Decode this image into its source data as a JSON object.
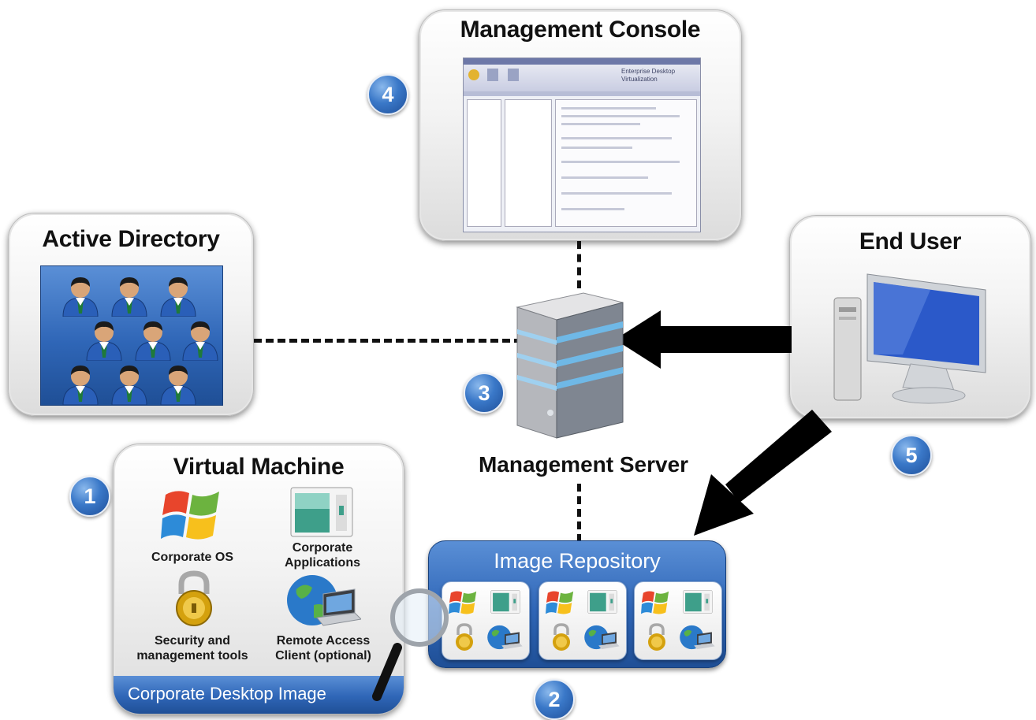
{
  "management_console": {
    "title": "Management Console",
    "screenshot_text": "Enterprise Desktop Virtualization"
  },
  "active_directory": {
    "title": "Active Directory"
  },
  "end_user": {
    "title": "End User"
  },
  "management_server": {
    "label": "Management Server"
  },
  "virtual_machine": {
    "title": "Virtual Machine",
    "items": {
      "os": "Corporate OS",
      "apps_line1": "Corporate",
      "apps_line2": "Applications",
      "security_line1": "Security and",
      "security_line2": "management tools",
      "remote_line1": "Remote Access",
      "remote_line2": "Client (optional)"
    },
    "footer": "Corporate Desktop Image"
  },
  "image_repository": {
    "title": "Image Repository"
  },
  "badges": {
    "b1": "1",
    "b2": "2",
    "b3": "3",
    "b4": "4",
    "b5": "5"
  },
  "colors": {
    "accent_blue": "#2f66b7",
    "badge_blue": "#3a78c8",
    "arrow": "#000000"
  }
}
